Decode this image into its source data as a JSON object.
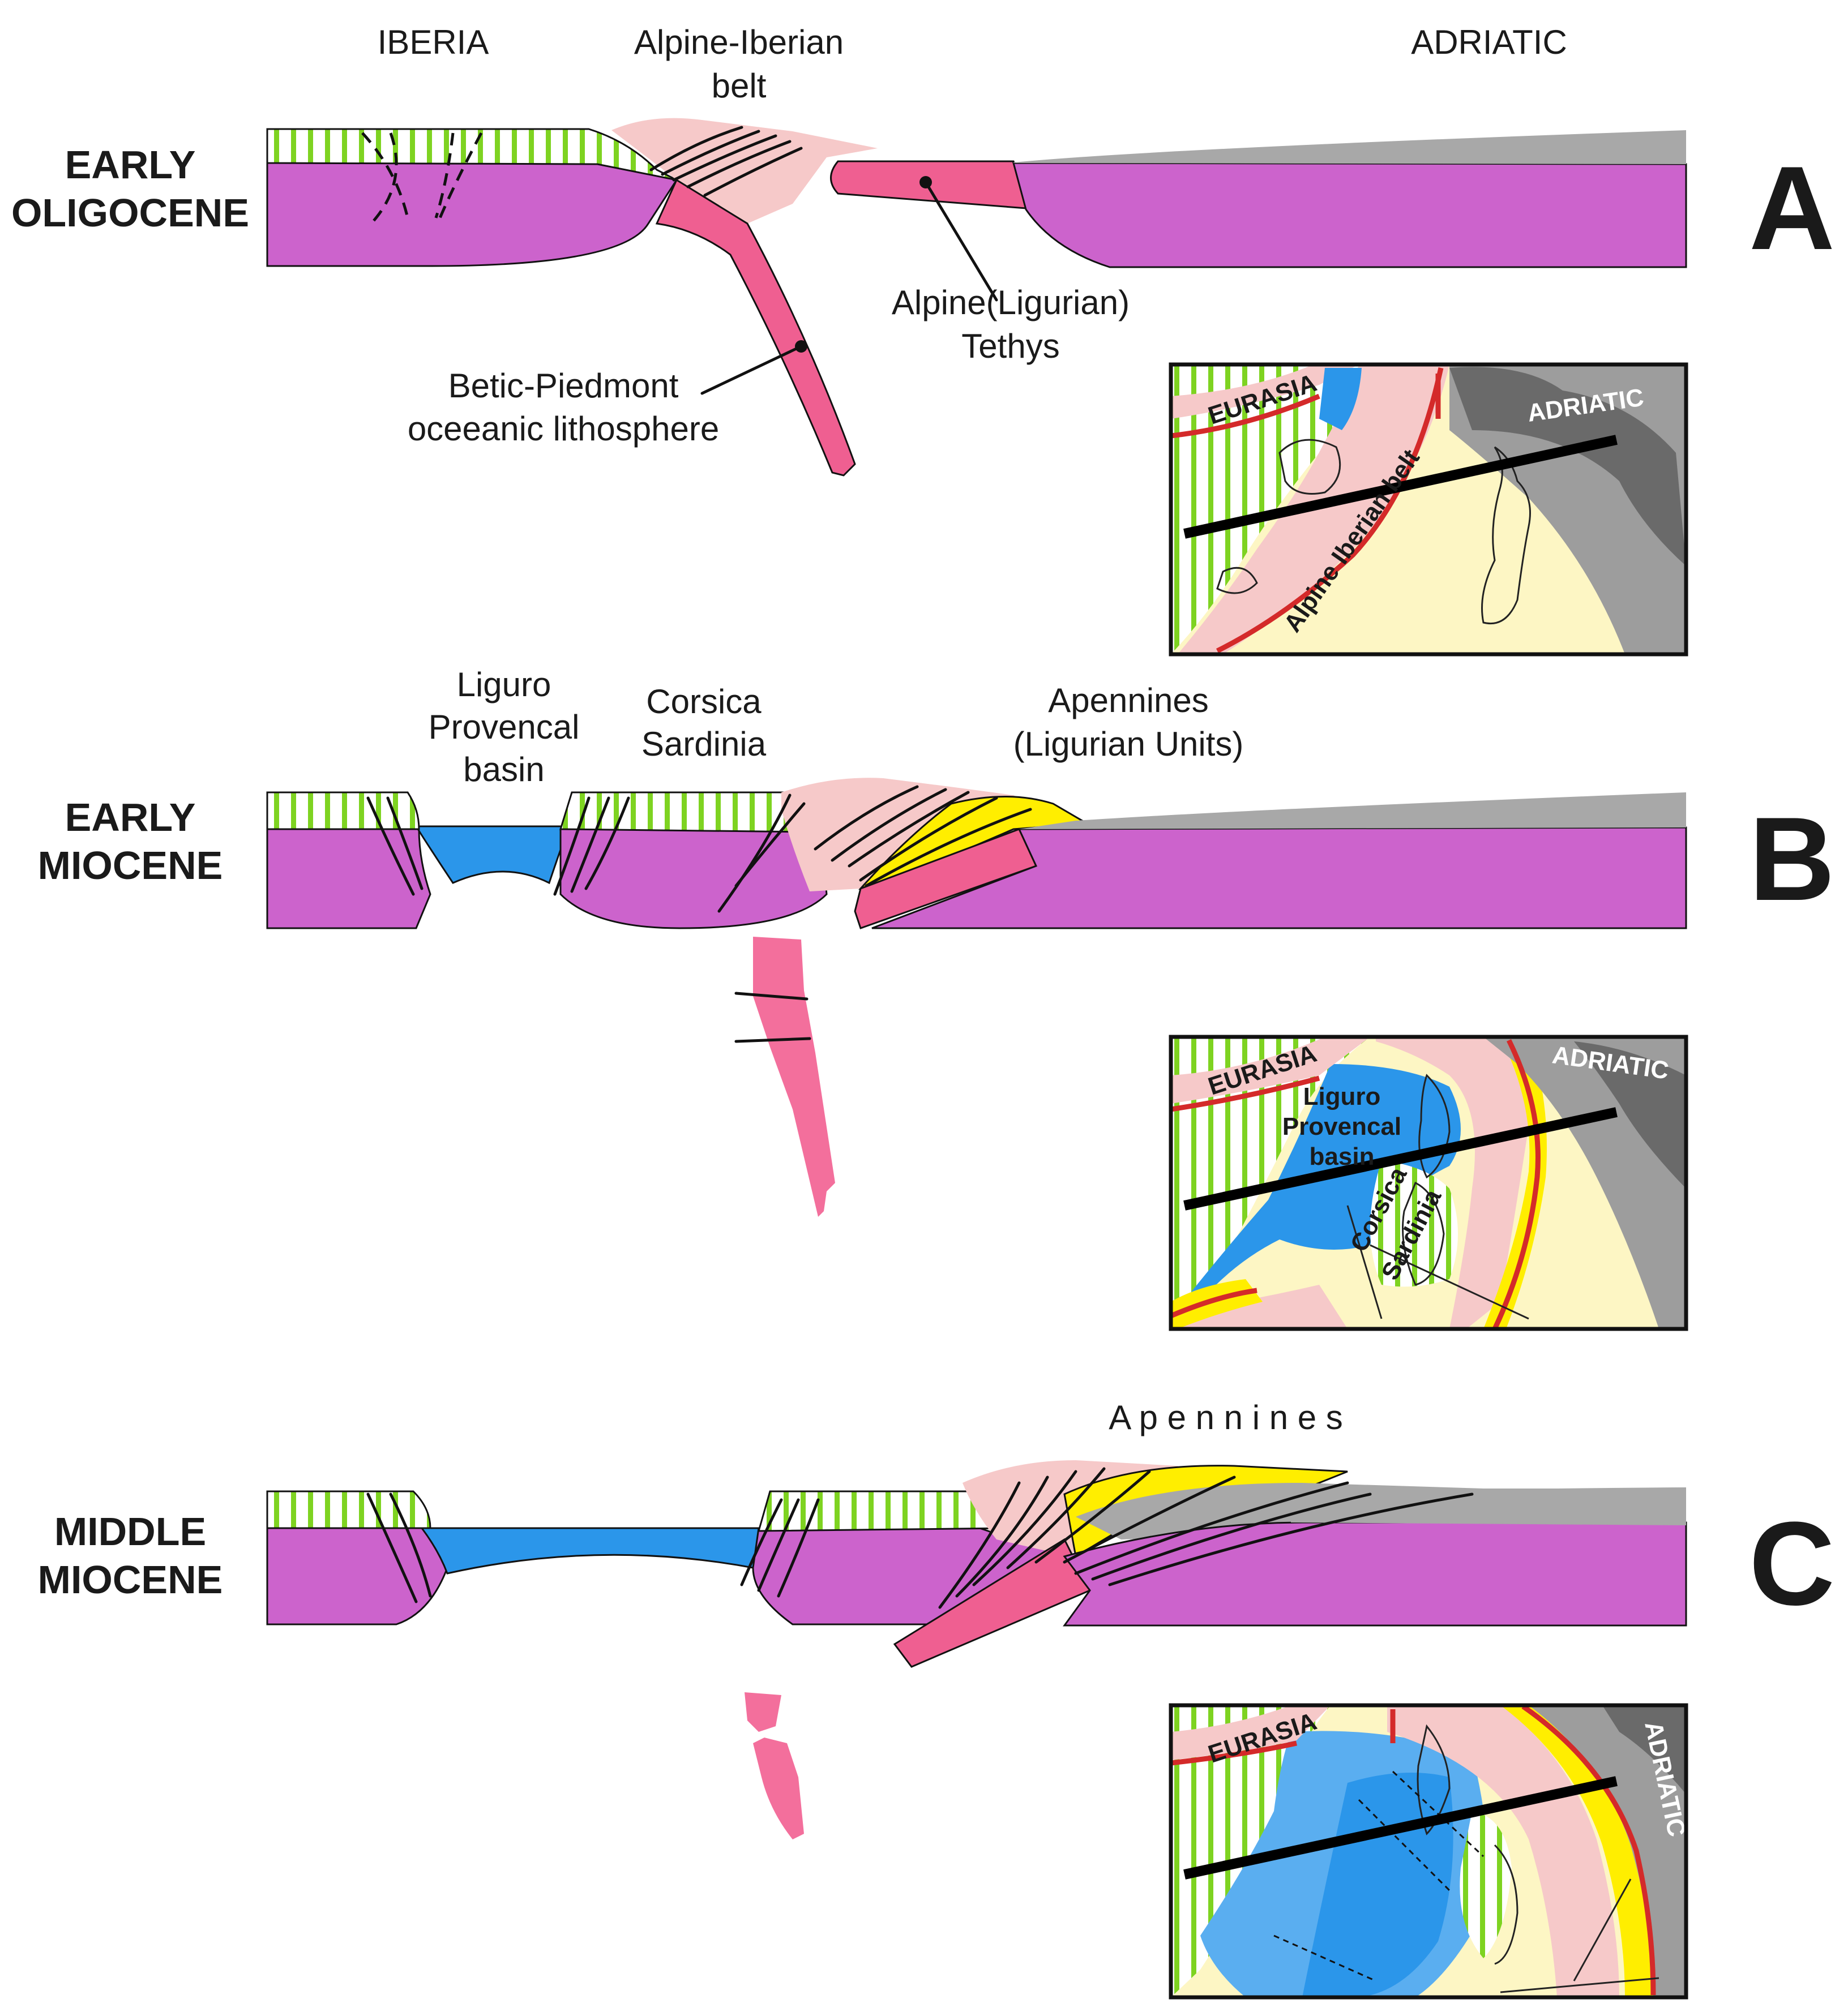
{
  "colors": {
    "mantle": "#cc63cc",
    "slab": "#ef5f91",
    "slab_fragment": "#f36f9c",
    "belt": "#f6c9c9",
    "continental_hatch": "#7ed321",
    "ocean_basin": "#2b96ea",
    "ligurian_units": "#ffee00",
    "adriatic_cover": "#a8a8a8",
    "map_cream": "#fdf6c4",
    "map_grey": "#9d9d9d",
    "map_dark": "#6a6a6a",
    "thrust_red": "#d42a2a"
  },
  "labels": {
    "iberia": "IBERIA",
    "alpine_iberian_belt": [
      "Alpine-Iberian",
      "belt"
    ],
    "adriatic": "ADRIATIC",
    "alpine_ligurian_tethys": [
      "Alpine(Ligurian)",
      "Tethys"
    ],
    "betic_piedmont": [
      "Betic-Piedmont",
      "oceeanic lithosphere"
    ],
    "liguro_provencal_basin": [
      "Liguro",
      "Provencal",
      "basin"
    ],
    "corsica_sardinia": [
      "Corsica",
      "Sardinia"
    ],
    "apennines_ligurian": [
      "Apennines",
      "(Ligurian Units)"
    ],
    "apennines": "A p e n n i n e s"
  },
  "panels": [
    {
      "letter": "A",
      "era": [
        "EARLY",
        "OLIGOCENE"
      ]
    },
    {
      "letter": "B",
      "era": [
        "EARLY",
        "MIOCENE"
      ]
    },
    {
      "letter": "C",
      "era": [
        "MIDDLE",
        "MIOCENE"
      ]
    }
  ],
  "maps": {
    "a": {
      "eurasia": "EURASIA",
      "adriatic": "ADRIATIC",
      "belt": "Alpine Iberian belt"
    },
    "b": {
      "eurasia": "EURASIA",
      "adriatic": "ADRIATIC",
      "basin": [
        "Liguro",
        "Provencal",
        "basin"
      ],
      "cs": [
        "Corsica",
        "Sardinia"
      ]
    },
    "c": {
      "eurasia": "EURASIA",
      "adriatic": "ADRIATIC"
    }
  }
}
